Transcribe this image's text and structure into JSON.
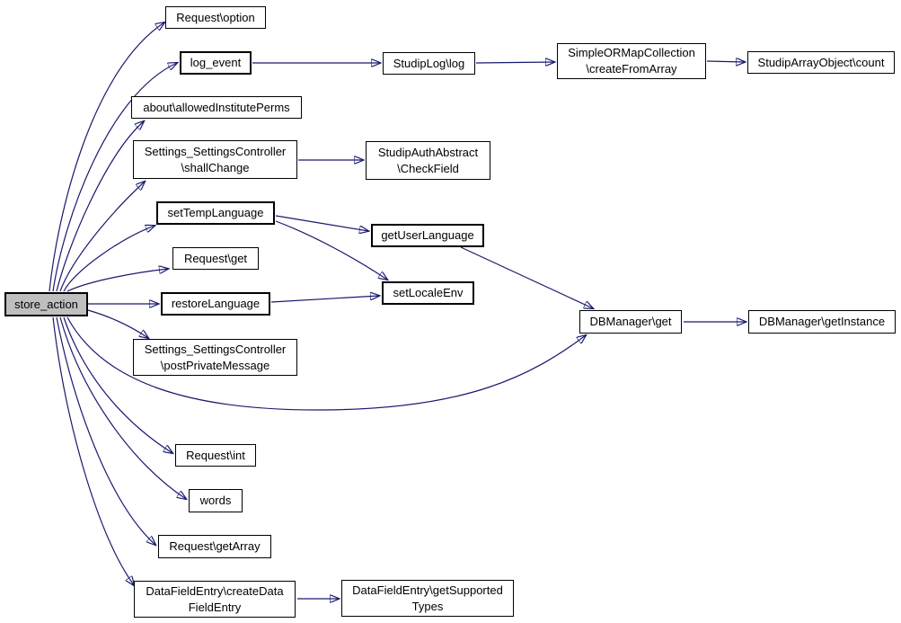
{
  "diagram": {
    "kind": "call-graph",
    "colors": {
      "edge": "#191970",
      "node_border": "#000000",
      "node_fill": "#ffffff",
      "highlight_fill": "#bfbfbf",
      "background": "#ffffff"
    },
    "nodes": {
      "store_action": {
        "label": "store_action",
        "highlighted": true
      },
      "request_option": {
        "label": "Request\\option"
      },
      "log_event": {
        "label": "log_event"
      },
      "studip_log": {
        "label": "StudipLog\\log"
      },
      "simple_ormap_create_from_array": {
        "label": "SimpleORMapCollection\n\\createFromArray"
      },
      "studip_array_object_count": {
        "label": "StudipArrayObject\\count"
      },
      "about_allowed_institute_perms": {
        "label": "about\\allowedInstitutePerms"
      },
      "settings_shall_change": {
        "label": "Settings_SettingsController\n\\shallChange"
      },
      "studip_auth_check_field": {
        "label": "StudipAuthAbstract\n\\CheckField"
      },
      "set_temp_language": {
        "label": "setTempLanguage"
      },
      "get_user_language": {
        "label": "getUserLanguage"
      },
      "request_get": {
        "label": "Request\\get"
      },
      "set_locale_env": {
        "label": "setLocaleEnv"
      },
      "restore_language": {
        "label": "restoreLanguage"
      },
      "settings_post_private_message": {
        "label": "Settings_SettingsController\n\\postPrivateMessage"
      },
      "db_manager_get": {
        "label": "DBManager\\get"
      },
      "db_manager_get_instance": {
        "label": "DBManager\\getInstance"
      },
      "request_int": {
        "label": "Request\\int"
      },
      "words": {
        "label": "words"
      },
      "request_get_array": {
        "label": "Request\\getArray"
      },
      "datafield_create_datafield_entry": {
        "label": "DataFieldEntry\\createData\nFieldEntry"
      },
      "datafield_get_supported_types": {
        "label": "DataFieldEntry\\getSupported\nTypes"
      }
    },
    "edges": [
      {
        "from": "store_action",
        "to": "request_option"
      },
      {
        "from": "store_action",
        "to": "log_event"
      },
      {
        "from": "store_action",
        "to": "about_allowed_institute_perms"
      },
      {
        "from": "store_action",
        "to": "settings_shall_change"
      },
      {
        "from": "store_action",
        "to": "set_temp_language"
      },
      {
        "from": "store_action",
        "to": "request_get"
      },
      {
        "from": "store_action",
        "to": "restore_language"
      },
      {
        "from": "store_action",
        "to": "settings_post_private_message"
      },
      {
        "from": "store_action",
        "to": "db_manager_get"
      },
      {
        "from": "store_action",
        "to": "request_int"
      },
      {
        "from": "store_action",
        "to": "words"
      },
      {
        "from": "store_action",
        "to": "request_get_array"
      },
      {
        "from": "store_action",
        "to": "datafield_create_datafield_entry"
      },
      {
        "from": "log_event",
        "to": "studip_log"
      },
      {
        "from": "studip_log",
        "to": "simple_ormap_create_from_array"
      },
      {
        "from": "simple_ormap_create_from_array",
        "to": "studip_array_object_count"
      },
      {
        "from": "settings_shall_change",
        "to": "studip_auth_check_field"
      },
      {
        "from": "set_temp_language",
        "to": "get_user_language"
      },
      {
        "from": "set_temp_language",
        "to": "set_locale_env"
      },
      {
        "from": "restore_language",
        "to": "set_locale_env"
      },
      {
        "from": "get_user_language",
        "to": "db_manager_get"
      },
      {
        "from": "db_manager_get",
        "to": "db_manager_get_instance"
      },
      {
        "from": "datafield_create_datafield_entry",
        "to": "datafield_get_supported_types"
      }
    ]
  }
}
